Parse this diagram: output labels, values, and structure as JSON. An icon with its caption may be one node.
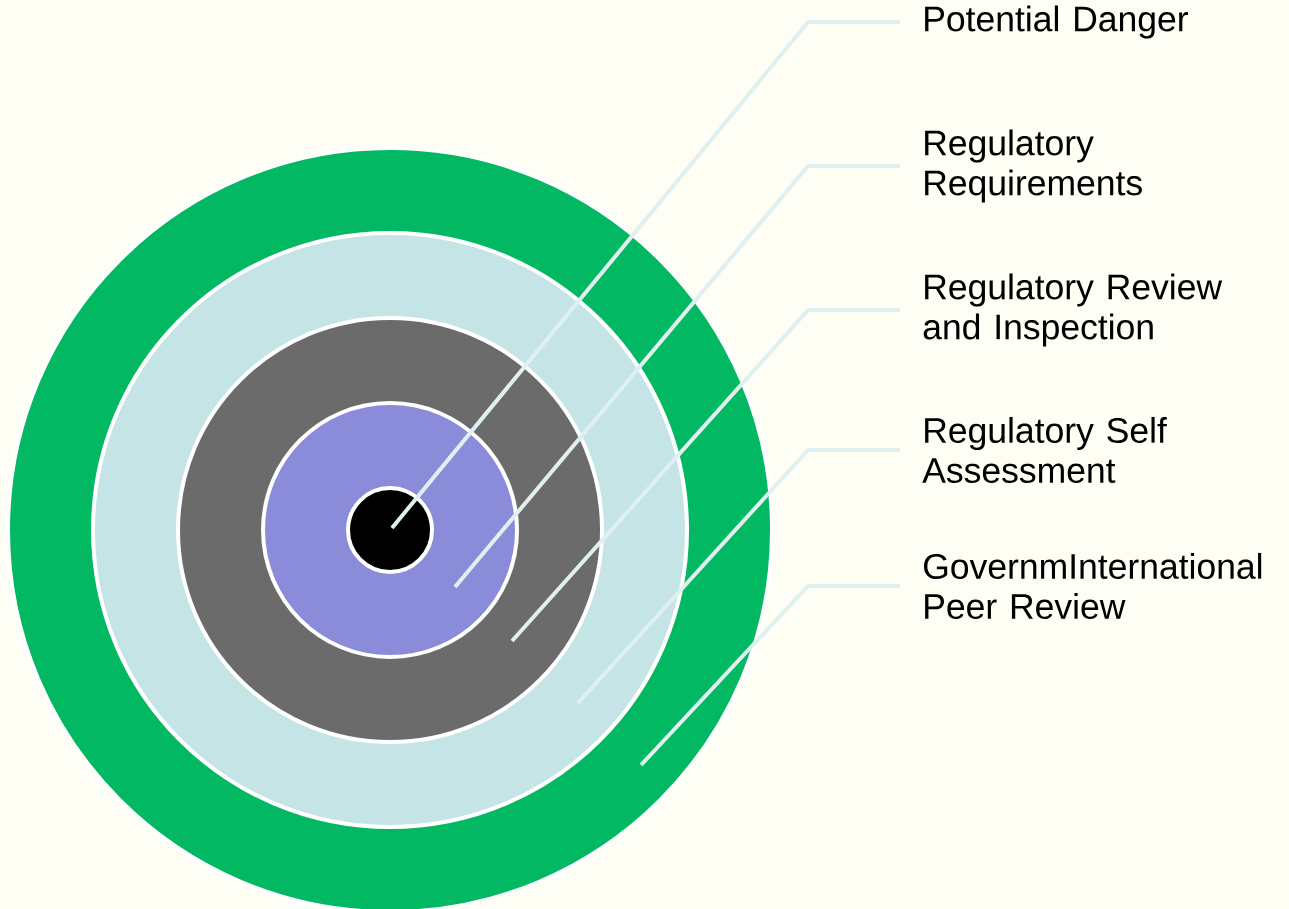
{
  "diagram": {
    "nodes": [
      {
        "text": [],
        "shape": "circle"
      },
      {
        "text": [],
        "shape": "circle",
        "in": 0
      },
      {
        "text": [],
        "shape": "circle",
        "in": 1
      },
      {
        "text": [],
        "shape": "circle",
        "in": 2
      },
      {
        "text": [],
        "shape": "circle",
        "in": 3
      },
      {
        "text": [
          "Potential Danger"
        ]
      },
      {
        "text": [
          "Regulatory Requirements"
        ]
      },
      {
        "text": [
          "Regulatory Review and Inspection"
        ]
      },
      {
        "text": [
          "Regulatory Self Assessment"
        ]
      },
      {
        "text": [
          "GovernmInternational Peer Review"
        ]
      }
    ],
    "edges": [
      {
        "from": 5,
        "to": 4,
        "arrow": "none"
      },
      {
        "from": 6,
        "to": 3,
        "arrow": "none"
      },
      {
        "from": 7,
        "to": 2,
        "arrow": "none"
      },
      {
        "from": 8,
        "to": 1,
        "arrow": "none"
      },
      {
        "from": 9,
        "to": 0,
        "arrow": "none"
      }
    ]
  }
}
